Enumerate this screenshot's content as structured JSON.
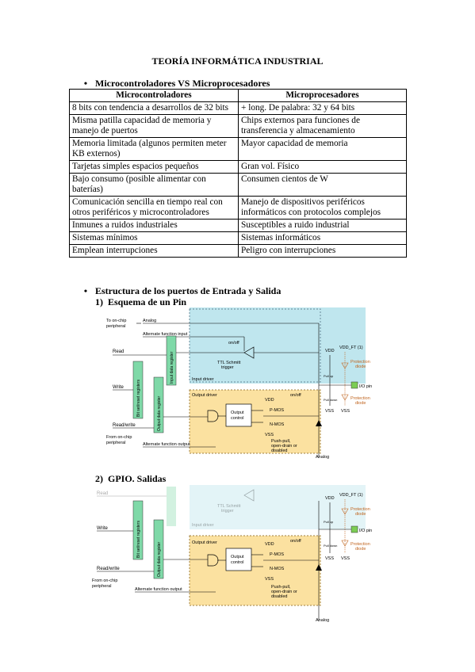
{
  "document": {
    "title": "TEORÍA INFORMÁTICA INDUSTRIAL",
    "section1": "Microcontroladores VS Microprocesadores",
    "table": {
      "headers": [
        "Microcontroladores",
        "Microprocesadores"
      ],
      "rows": [
        [
          "8 bits con tendencia a desarrollos de 32 bits",
          "+ long. De palabra: 32 y 64 bits"
        ],
        [
          "Misma patilla capacidad de memoria y manejo de puertos",
          "Chips externos para funciones de transferencia y almacenamiento"
        ],
        [
          "Memoria limitada (algunos permiten meter KB externos)",
          "Mayor capacidad de memoria"
        ],
        [
          "Tarjetas simples espacios pequeños",
          "Gran vol. Físico"
        ],
        [
          "Bajo consumo (posible alimentar con baterías)",
          "Consumen cientos de W"
        ],
        [
          "Comunicación sencilla en tiempo real con otros periféricos y microcontroladores",
          "Manejo de dispositivos periféricos informáticos con protocolos complejos"
        ],
        [
          "Inmunes a ruidos industriales",
          "Susceptibles a ruido industrial"
        ],
        [
          "Sistemas mínimos",
          "Sistemas informáticos"
        ],
        [
          "Emplean interrupciones",
          "Peligro con interrupciones"
        ]
      ]
    },
    "section2": "Estructura de los puertos de Entrada y Salida",
    "sub1": "1)  Esquema de un Pin",
    "sub2": "2)  GPIO. Salidas"
  },
  "diagram1": {
    "to_onchip": "To on-chip",
    "peripheral": "peripheral",
    "analog": "Analog",
    "alt_input": "Alternate function input",
    "onoff": "on/off",
    "ttl1": "TTL Schmitt",
    "ttl2": "trigger",
    "input_driver": "Input driver",
    "read": "Read",
    "input_data_reg": "Input data register",
    "vdd": "VDD",
    "vddft": "VDD_FT (1)",
    "protection1": "Protection",
    "diode": "diode",
    "pull_up": "Pull up",
    "pull_down": "Pull down",
    "io_pin": "I/O pin",
    "vss": "VSS",
    "write": "Write",
    "bit_setreset": "Bit set/reset registers",
    "output_data_reg": "Output data register",
    "output_driver": "Output driver",
    "output_control1": "Output",
    "output_control2": "control",
    "pmos": "P-MOS",
    "nmos": "N-MOS",
    "readwrite": "Read/write",
    "from_onchip": "From on-chip",
    "alt_output": "Alternate function output",
    "pushpull1": "Push-pull,",
    "pushpull2": "open-drain or",
    "pushpull3": "disabled"
  },
  "colors": {
    "input_area": "#bfe6ee",
    "output_area": "#fbe1a0",
    "register": "#7fd9a8",
    "io_pin": "#7ccd55",
    "protection": "#c0641e"
  }
}
